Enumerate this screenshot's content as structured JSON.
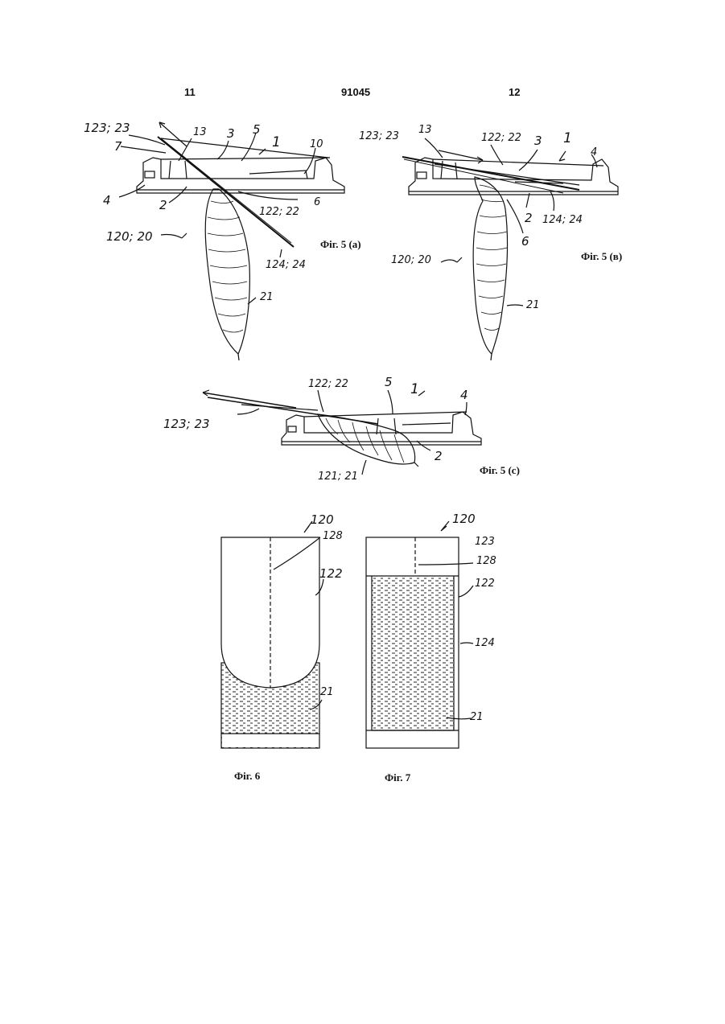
{
  "header": {
    "page_left": "11",
    "patent_number": "91045",
    "page_right": "12"
  },
  "fig5a": {
    "caption": "Фіг. 5 (а)",
    "labels": {
      "l123_23": "123; 23",
      "l13": "13",
      "l3": "3",
      "l5": "5",
      "l1": "1",
      "l10": "10",
      "l7": "7",
      "l4": "4",
      "l2": "2",
      "l122_22": "122; 22",
      "l6": "6",
      "l120_20": "120; 20",
      "l124_24": "124; 24",
      "l21": "21"
    }
  },
  "fig5b": {
    "caption": "Фіг. 5 (в)",
    "labels": {
      "l123_23": "123; 23",
      "l13": "13",
      "l122_22": "122; 22",
      "l3": "3",
      "l1": "1",
      "l4": "4",
      "l2": "2",
      "l124_24": "124; 24",
      "l6": "6",
      "l120_20": "120; 20",
      "l21": "21"
    }
  },
  "fig5c": {
    "caption": "Фіг. 5 (с)",
    "labels": {
      "l122_22": "122; 22",
      "l5": "5",
      "l1": "1",
      "l4": "4",
      "l123_23": "123; 23",
      "l2": "2",
      "l121_21": "121; 21"
    }
  },
  "fig6": {
    "caption": "Фіг. 6",
    "labels": {
      "l120": "120",
      "l128": "128",
      "l122": "122",
      "l21": "21"
    }
  },
  "fig7": {
    "caption": "Фіг. 7",
    "labels": {
      "l120": "120",
      "l123": "123",
      "l128": "128",
      "l122": "122",
      "l124": "124",
      "l21": "21"
    }
  }
}
